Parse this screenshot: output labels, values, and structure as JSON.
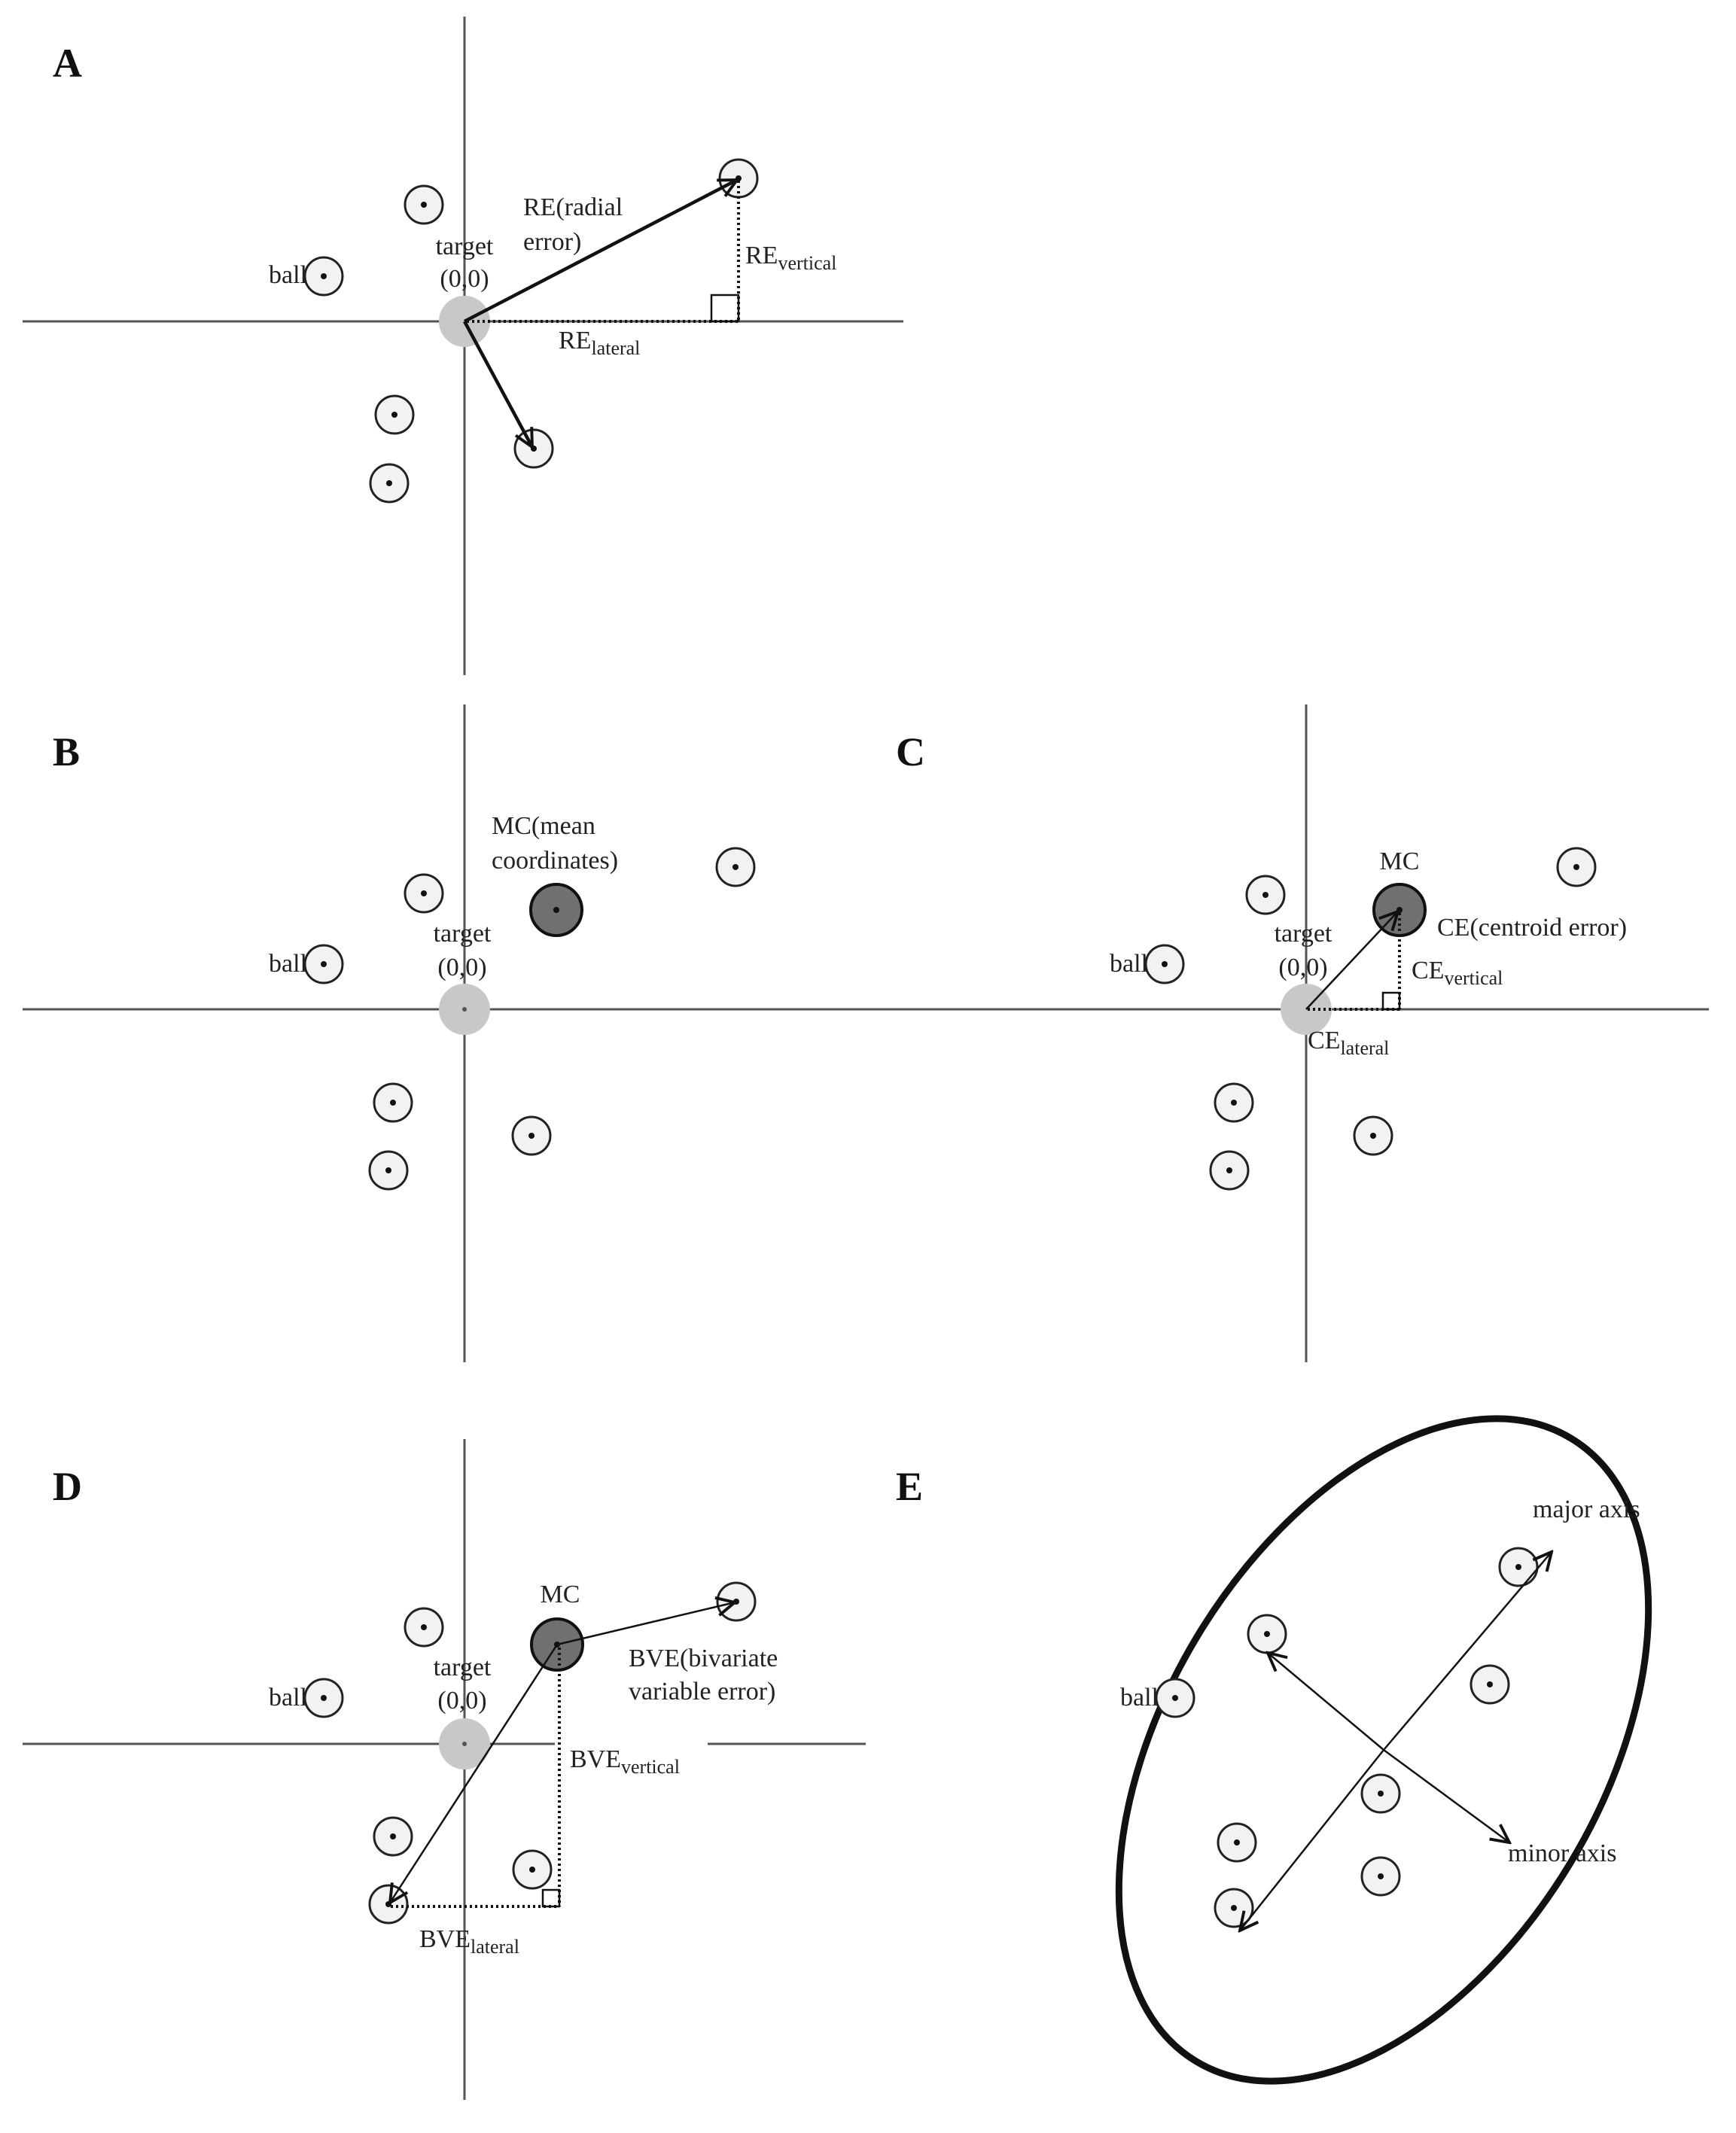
{
  "panels": {
    "A": {
      "letter": "A",
      "ball_label": "ball",
      "target_label_1": "target",
      "target_label_2": "(0,0)",
      "re_label_1": "RE(radial",
      "re_label_2": "error)",
      "re_vertical_main": "RE",
      "re_vertical_sub": "vertical",
      "re_lateral_main": "RE",
      "re_lateral_sub": "lateral"
    },
    "B": {
      "letter": "B",
      "ball_label": "ball",
      "target_label_1": "target",
      "target_label_2": "(0,0)",
      "mc_label_1": "MC(mean",
      "mc_label_2": "coordinates)"
    },
    "C": {
      "letter": "C",
      "ball_label": "ball",
      "target_label_1": "target",
      "target_label_2": "(0,0)",
      "mc_label": "MC",
      "ce_label": "CE(centroid error)",
      "ce_vertical_main": "CE",
      "ce_vertical_sub": "vertical",
      "ce_lateral_main": "CE",
      "ce_lateral_sub": "lateral"
    },
    "D": {
      "letter": "D",
      "ball_label": "ball",
      "target_label_1": "target",
      "target_label_2": "(0,0)",
      "mc_label": "MC",
      "bve_label_1": "BVE(bivariate",
      "bve_label_2": "variable error)",
      "bve_vertical_main": "BVE",
      "bve_vertical_sub": "vertical",
      "bve_lateral_main": "BVE",
      "bve_lateral_sub": "lateral"
    },
    "E": {
      "letter": "E",
      "ball_label": "ball",
      "major_axis_label": "major axis",
      "minor_axis_label": "minor axis"
    }
  },
  "colors": {
    "target": "#c8c8c8",
    "mean_coordinates": "#707070",
    "ball_fill": "#f2f2f2",
    "ink": "#111111"
  }
}
